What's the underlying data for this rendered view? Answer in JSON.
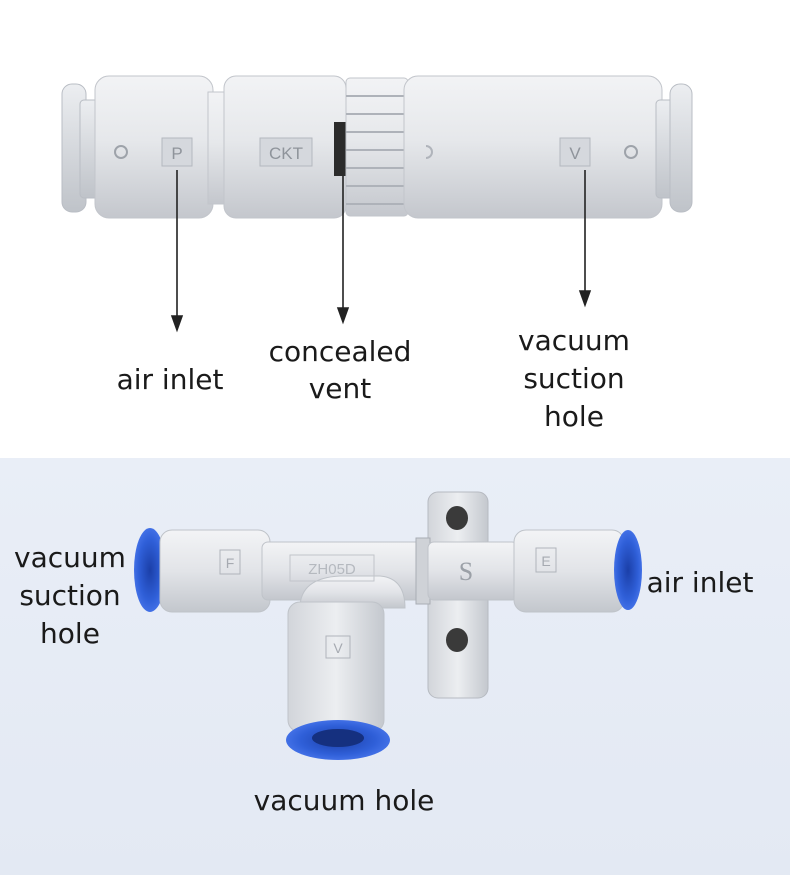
{
  "top_diagram": {
    "part_marks": {
      "p": "P",
      "ckt": "CKT",
      "v": "V"
    },
    "labels": {
      "air_inlet": "air inlet",
      "concealed_vent": [
        "concealed",
        "vent"
      ],
      "vacuum_suction_hole": [
        "vacuum",
        "suction",
        "hole"
      ]
    }
  },
  "bottom_diagram": {
    "part_marks": {
      "f": "F",
      "model": "ZH05D",
      "s": "S",
      "e": "E",
      "v": "V"
    },
    "labels": {
      "vacuum_suction_hole": [
        "vacuum",
        "suction",
        "hole"
      ],
      "air_inlet": "air inlet",
      "vacuum_hole": "vacuum hole"
    }
  },
  "colors": {
    "body": "#e4e6ea",
    "body_shadow": "#c9ccd2",
    "fitting_blue": "#2f5fd8",
    "background_bottom": "#e6ecf5",
    "text": "#1a1a1a"
  }
}
